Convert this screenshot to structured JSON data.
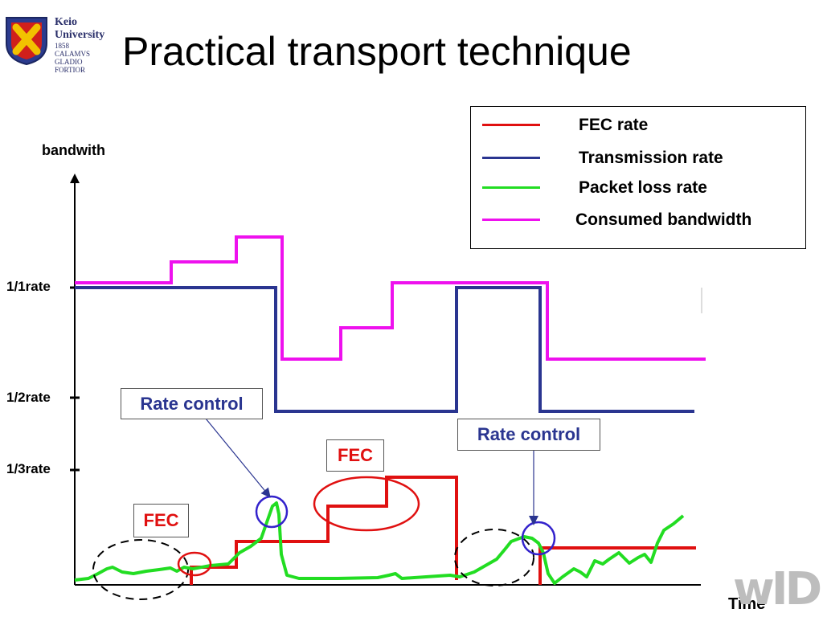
{
  "logo": {
    "name": "Keio University",
    "year": "1858",
    "motto": [
      "CALAMVS",
      "GLADIO",
      "FORTIOR"
    ],
    "shield_colors": {
      "blue": "#2b3b8e",
      "gold": "#f2c200",
      "red": "#d0201b"
    }
  },
  "slide": {
    "title": "Practical transport technique"
  },
  "axes": {
    "y_label": "bandwith",
    "x_label": "Time",
    "y_ticks": [
      "1/1rate",
      "1/2rate",
      "1/3rate"
    ]
  },
  "legend": {
    "items": [
      {
        "label": "FEC rate",
        "color": "#e01010"
      },
      {
        "label": "Transmission rate",
        "color": "#2a3590"
      },
      {
        "label": "Packet loss rate",
        "color": "#22dd22"
      },
      {
        "label": "Consumed bandwidth",
        "color": "#ee11ee"
      }
    ]
  },
  "annotations": {
    "rate_control_1": "Rate control",
    "rate_control_2": "Rate control",
    "fec_1": "FEC",
    "fec_2": "FEC"
  },
  "colors": {
    "fec": "#e01010",
    "transmission": "#2a3590",
    "loss": "#22dd22",
    "consumed": "#ee11ee",
    "circle_blue": "#3322cc",
    "circle_red": "#e01010"
  },
  "watermark": {
    "text": "wIDE"
  }
}
